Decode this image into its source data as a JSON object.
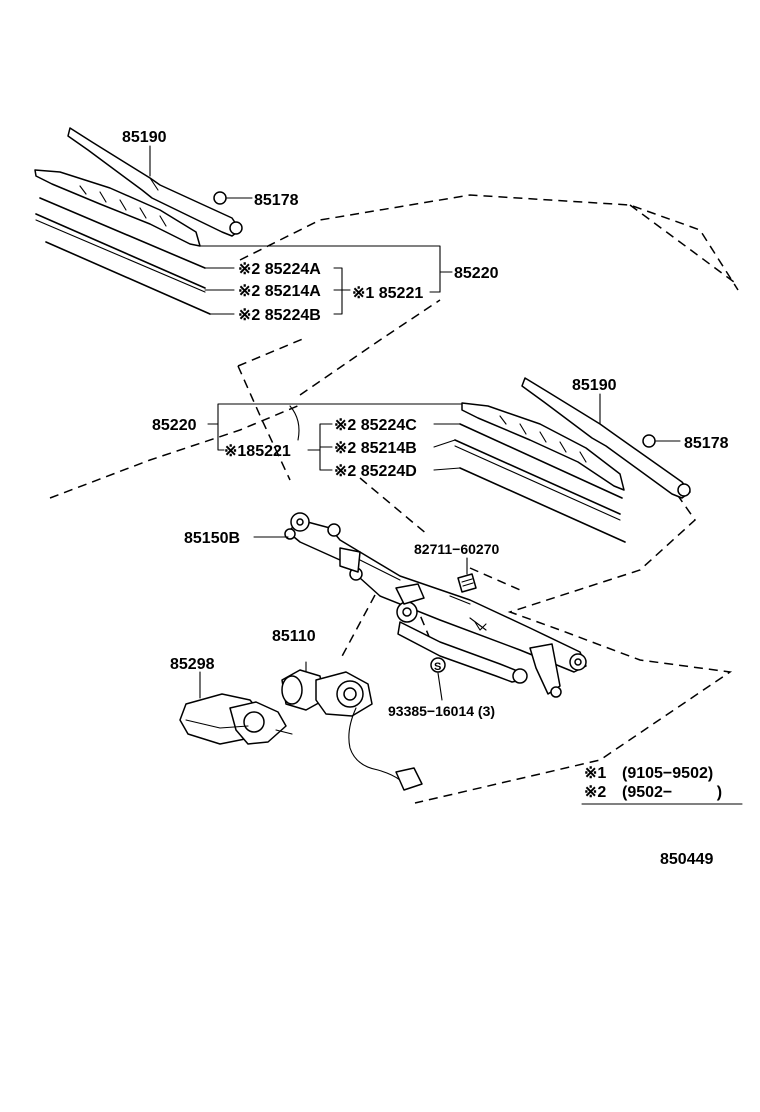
{
  "labels": {
    "arm_top": "85190",
    "nut_top": "85178",
    "assy_top_right": "85220",
    "top_insert_a": "※2 85224A",
    "top_rubber_a": "※2 85214A",
    "top_insert_b": "※2 85224B",
    "top_blade": "※1 85221",
    "arm_mid": "85190",
    "nut_mid": "85178",
    "assy_mid_left": "85220",
    "mid_blade": "※185221",
    "mid_insert_c": "※2 85224C",
    "mid_rubber_b": "※2 85214B",
    "mid_insert_d": "※2 85224D",
    "link_bracket": "85150B",
    "clip": "82711−60270",
    "motor": "85110",
    "motor_assy": "85298",
    "bolt": "93385−16014 (3)",
    "diagram_number": "850449"
  },
  "legend": {
    "note1_mark": "※1",
    "note1_range": "(9105−9502)",
    "note2_mark": "※2",
    "note2_range": "(9502−          )"
  }
}
